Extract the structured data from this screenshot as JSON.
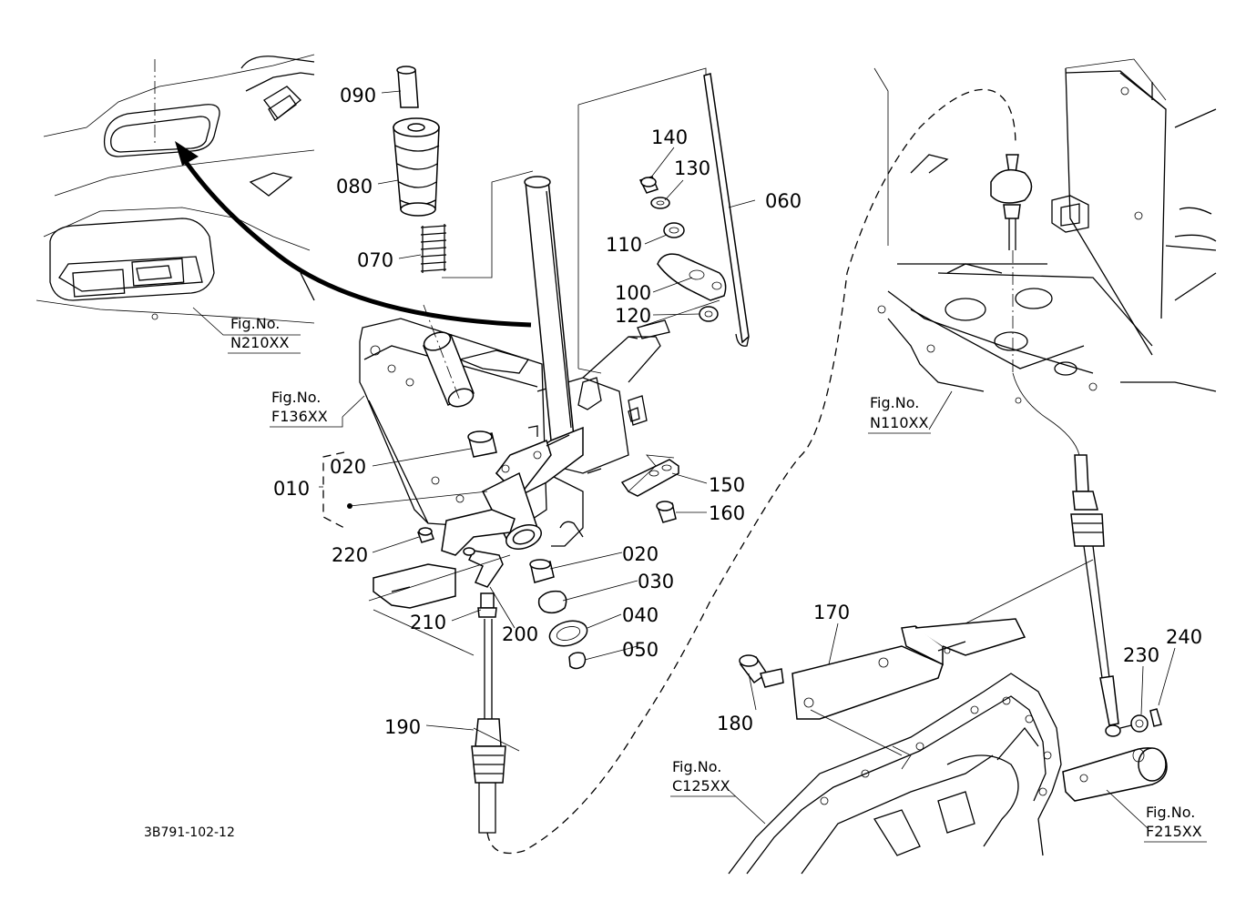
{
  "drawing_id": "3B791-102-12",
  "part_labels": {
    "p010": "010",
    "p020a": "020",
    "p020b": "020",
    "p030": "030",
    "p040": "040",
    "p050": "050",
    "p060": "060",
    "p070": "070",
    "p080": "080",
    "p090": "090",
    "p100": "100",
    "p110": "110",
    "p120": "120",
    "p130": "130",
    "p140": "140",
    "p150": "150",
    "p160": "160",
    "p170": "170",
    "p180": "180",
    "p190": "190",
    "p200": "200",
    "p210": "210",
    "p220": "220",
    "p230": "230",
    "p240": "240"
  },
  "figure_refs": {
    "n210": {
      "caption": "Fig.No.",
      "code": "N210XX"
    },
    "f136": {
      "caption": "Fig.No.",
      "code": "F136XX"
    },
    "n110": {
      "caption": "Fig.No.",
      "code": "N110XX"
    },
    "c125": {
      "caption": "Fig.No.",
      "code": "C125XX"
    },
    "f215": {
      "caption": "Fig.No.",
      "code": "F215XX"
    }
  }
}
